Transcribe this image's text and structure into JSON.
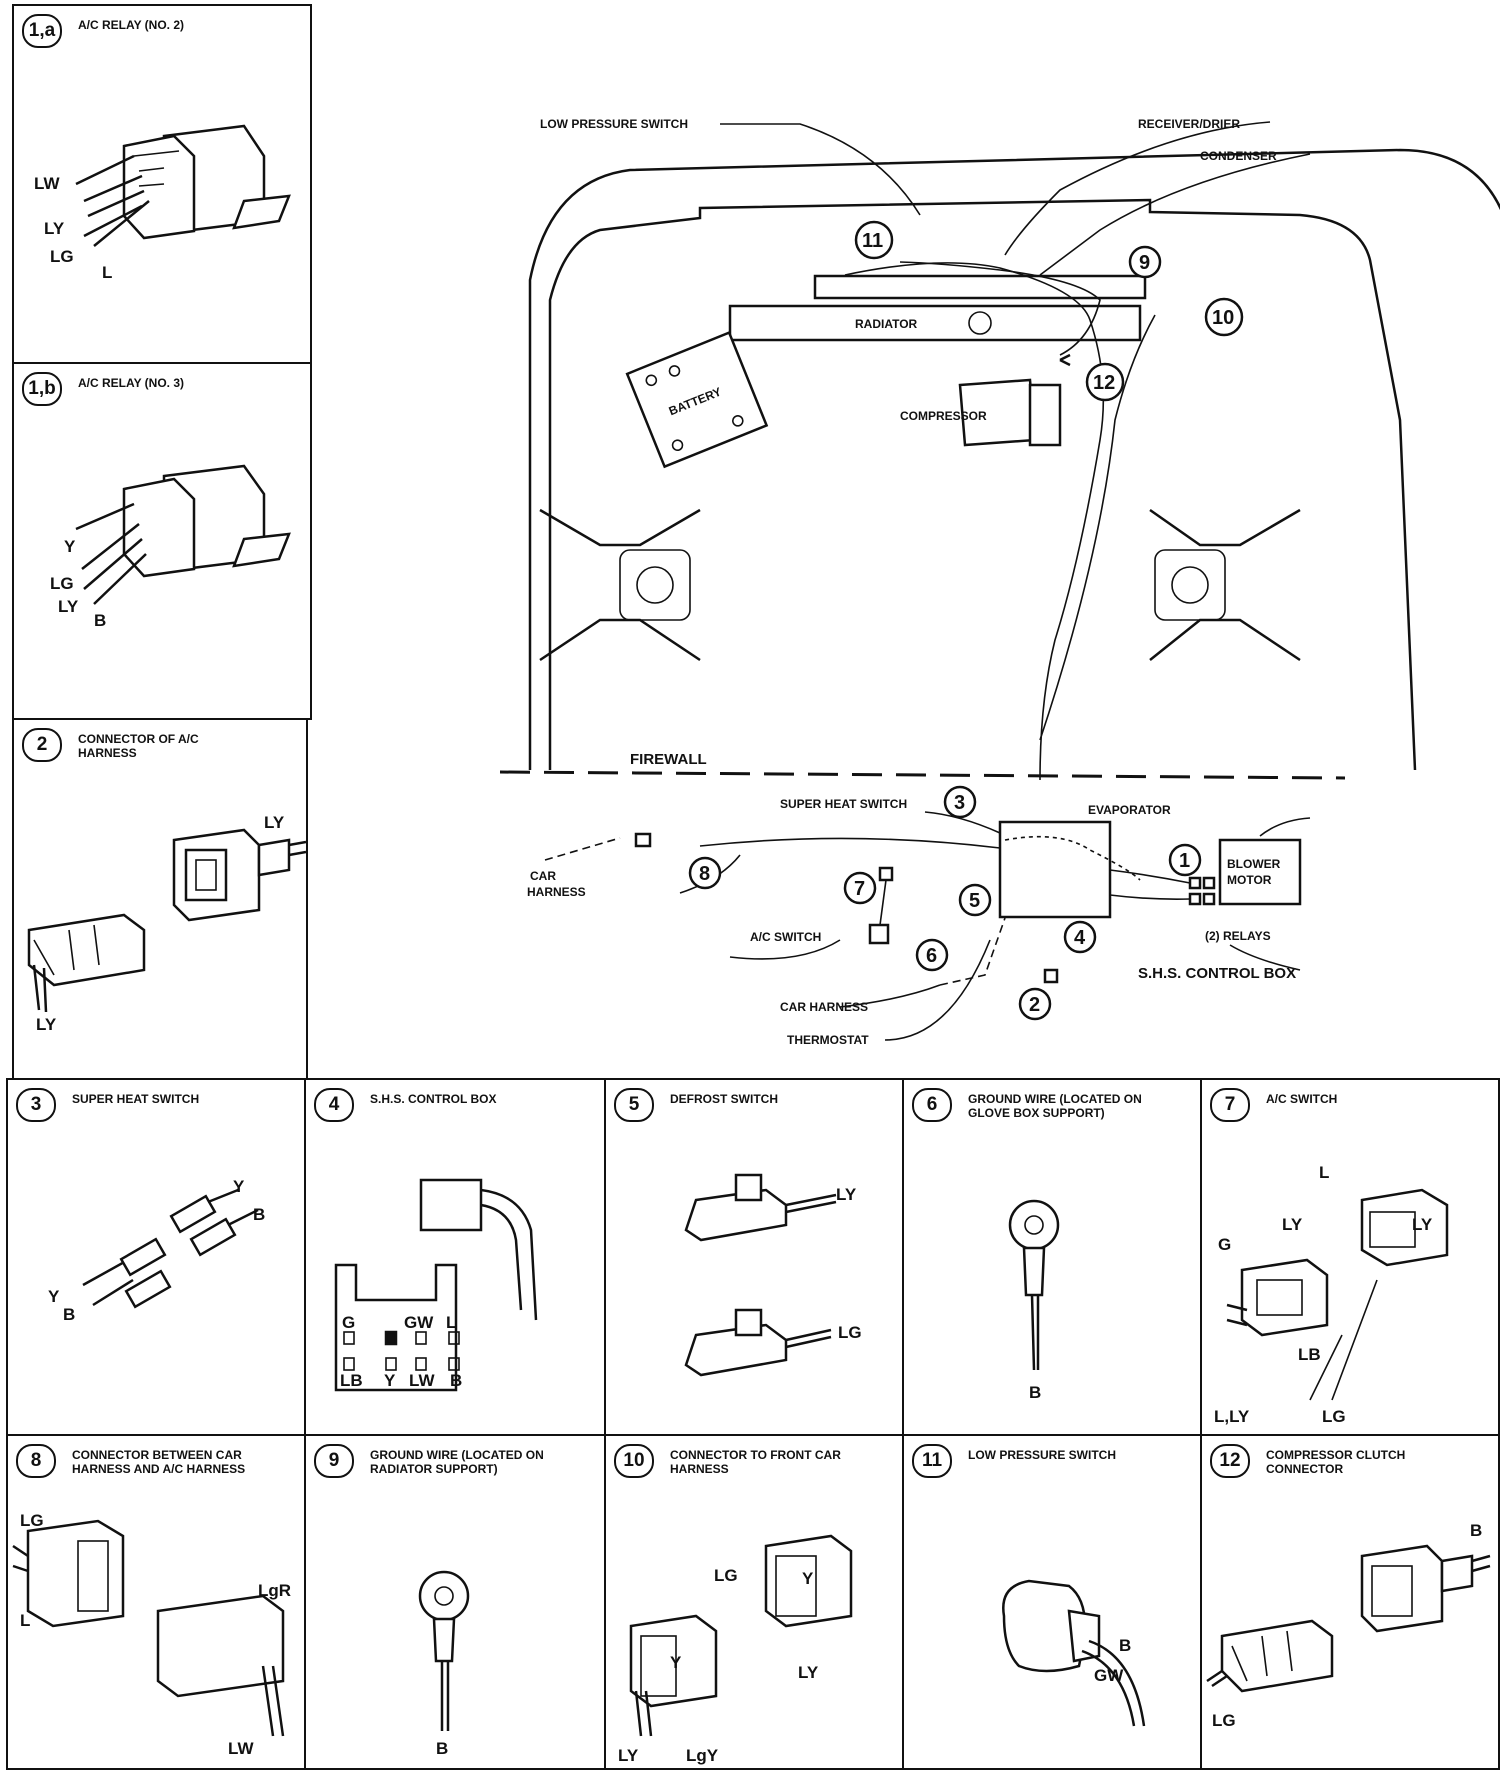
{
  "panels": {
    "p1a": {
      "num": "1,a",
      "title": "A/C RELAY (NO. 2)",
      "wires": [
        "LW",
        "LY",
        "LG",
        "L"
      ]
    },
    "p1b": {
      "num": "1,b",
      "title": "A/C RELAY (NO. 3)",
      "wires": [
        "Y",
        "LG",
        "LY",
        "B"
      ]
    },
    "p2": {
      "num": "2",
      "title": "CONNECTOR OF A/C HARNESS",
      "wires": [
        "LY",
        "LY"
      ]
    },
    "p3": {
      "num": "3",
      "title": "SUPER HEAT SWITCH",
      "wires": [
        "Y",
        "B",
        "Y",
        "B"
      ]
    },
    "p4": {
      "num": "4",
      "title": "S.H.S. CONTROL BOX",
      "wires": [
        "G",
        "GW",
        "L",
        "LB",
        "Y",
        "LW",
        "B"
      ]
    },
    "p5": {
      "num": "5",
      "title": "DEFROST SWITCH",
      "wires": [
        "LY",
        "LG"
      ]
    },
    "p6": {
      "num": "6",
      "title": "GROUND WIRE (LOCATED ON GLOVE BOX SUPPORT)",
      "wires": [
        "B"
      ]
    },
    "p7": {
      "num": "7",
      "title": "A/C SWITCH",
      "wires": [
        "L",
        "LY",
        "LY",
        "G",
        "LB",
        "L,LY",
        "LG"
      ]
    },
    "p8": {
      "num": "8",
      "title": "CONNECTOR BETWEEN CAR HARNESS AND A/C HARNESS",
      "wires": [
        "LG",
        "L",
        "LgR",
        "LW"
      ]
    },
    "p9": {
      "num": "9",
      "title": "GROUND WIRE (LOCATED ON RADIATOR SUPPORT)",
      "wires": [
        "B"
      ]
    },
    "p10": {
      "num": "10",
      "title": "CONNECTOR TO FRONT CAR HARNESS",
      "wires": [
        "LG",
        "Y",
        "LY",
        "Y",
        "LY",
        "LgY"
      ]
    },
    "p11": {
      "num": "11",
      "title": "LOW PRESSURE SWITCH",
      "wires": [
        "B",
        "GW"
      ]
    },
    "p12": {
      "num": "12",
      "title": "COMPRESSOR CLUTCH CONNECTOR",
      "wires": [
        "B",
        "LG"
      ]
    }
  },
  "main": {
    "labels": {
      "low_pressure_switch": "LOW PRESSURE SWITCH",
      "receiver_drier": "RECEIVER/DRIER",
      "condenser": "CONDENSER",
      "radiator": "RADIATOR",
      "battery": "BATTERY",
      "compressor": "COMPRESSOR",
      "firewall": "FIREWALL",
      "super_heat_switch": "SUPER HEAT SWITCH",
      "evaporator": "EVAPORATOR",
      "blower_motor_1": "BLOWER",
      "blower_motor_2": "MOTOR",
      "car_harness_1": "CAR",
      "car_harness_2": "HARNESS",
      "ac_switch": "A/C SWITCH",
      "relays": "(2) RELAYS",
      "shs_control_box": "S.H.S. CONTROL BOX",
      "car_harness_b": "CAR HARNESS",
      "thermostat": "THERMOSTAT"
    },
    "callouts": [
      "1",
      "2",
      "3",
      "4",
      "5",
      "6",
      "7",
      "8",
      "9",
      "10",
      "11",
      "12"
    ]
  }
}
